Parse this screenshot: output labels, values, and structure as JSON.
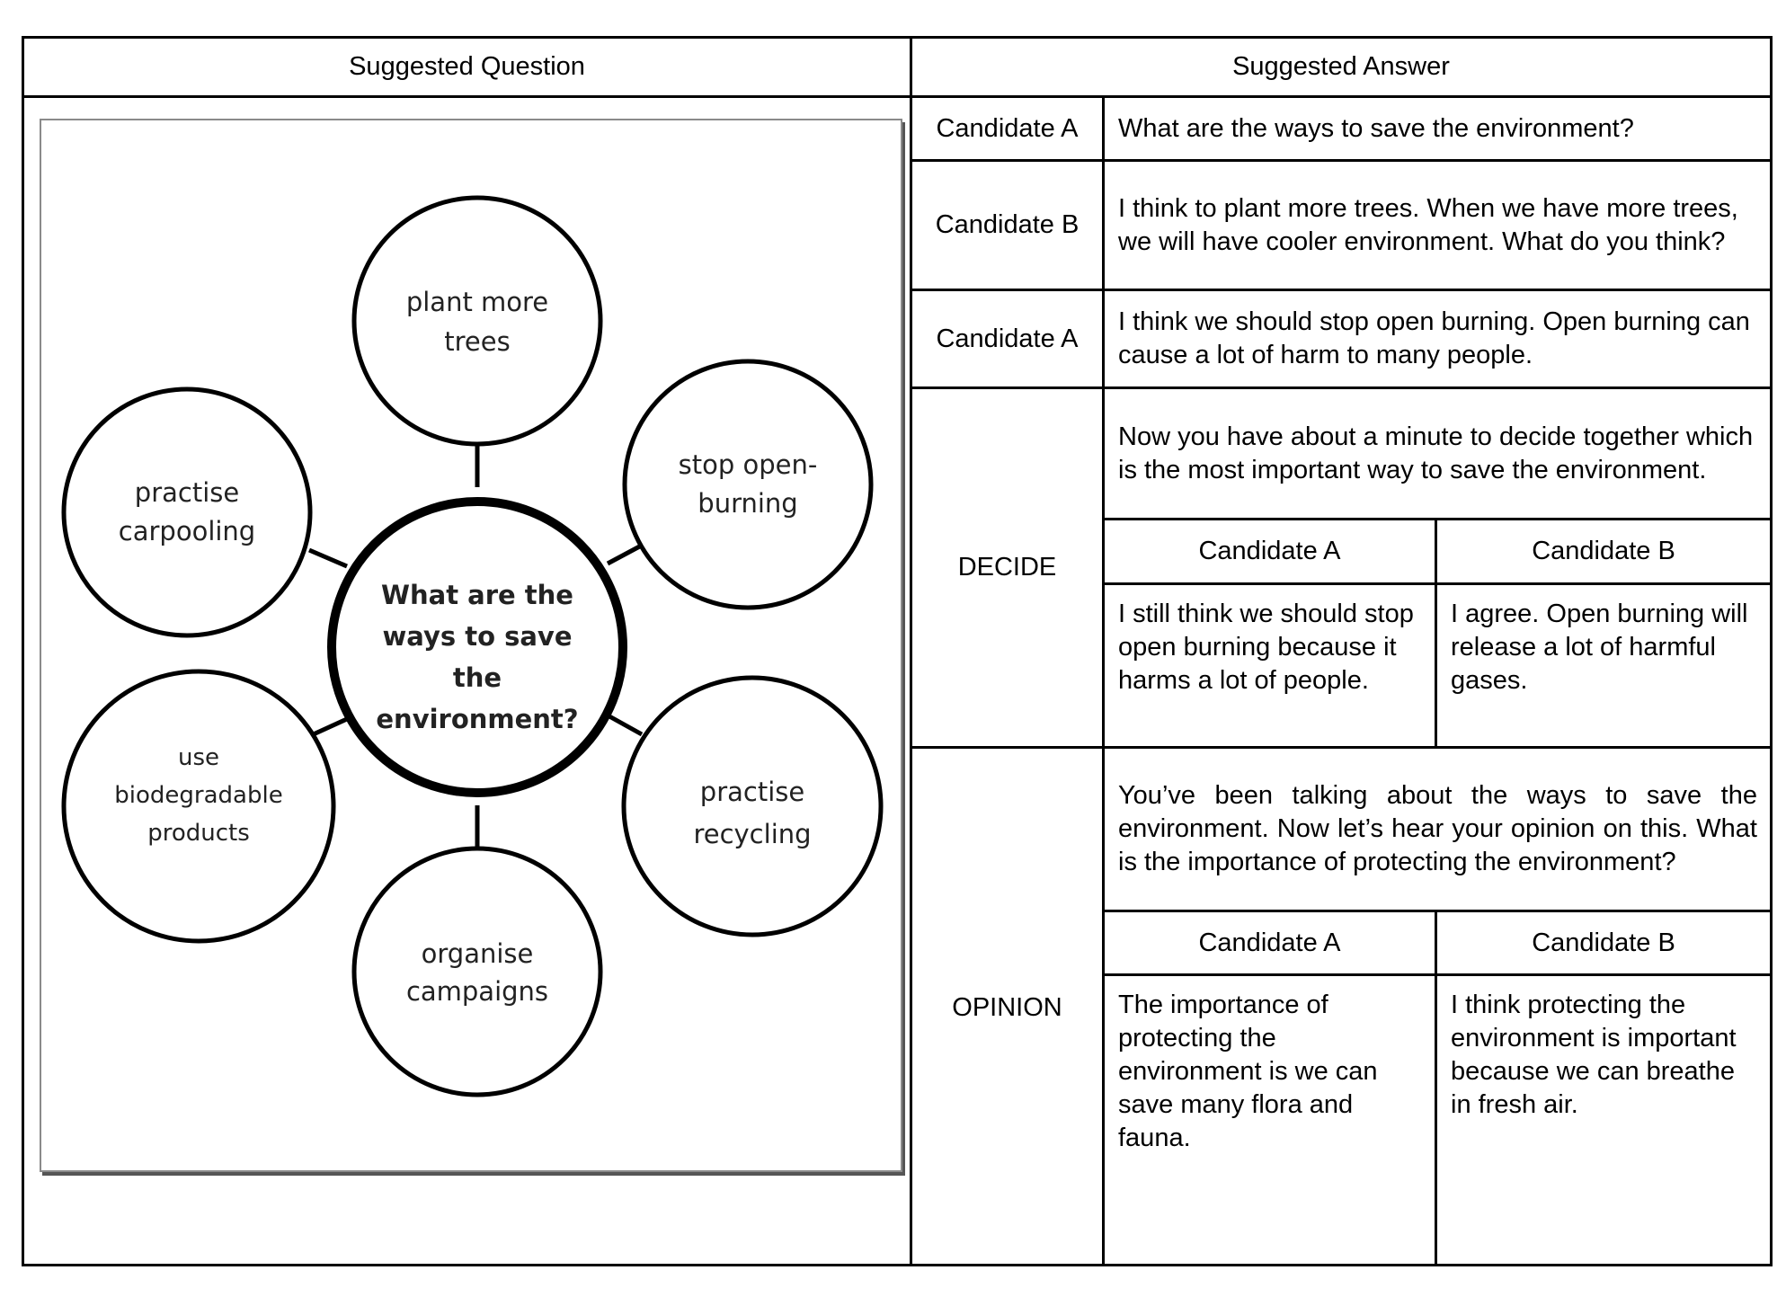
{
  "headers": {
    "question": "Suggested Question",
    "answer": "Suggested Answer"
  },
  "diagram": {
    "center_lines": [
      "What are the",
      "ways to save",
      "the",
      "environment?"
    ],
    "bubbles": {
      "top": [
        "plant more",
        "trees"
      ],
      "top_right": [
        "stop open-",
        "burning"
      ],
      "top_left": [
        "practise",
        "carpooling"
      ],
      "bottom_left": [
        "use",
        "biodegradable",
        "products"
      ],
      "bottom_right": [
        "practise",
        "recycling"
      ],
      "bottom": [
        "organise",
        "campaigns"
      ]
    }
  },
  "rows": {
    "r1": {
      "speaker": "Candidate A",
      "text": "What are the ways to save the environment?"
    },
    "r2": {
      "speaker": "Candidate B",
      "text": "I think to plant more trees. When we have more trees, we will have cooler environment. What do you think?"
    },
    "r3": {
      "speaker": "Candidate A",
      "text": "I think we should stop open burning. Open burning can cause a lot of harm to many people."
    },
    "decide": {
      "label": "DECIDE",
      "prompt": "Now you have about a minute to decide together which is the most important way to save the environment.",
      "a_label": "Candidate A",
      "b_label": "Candidate B",
      "a_text": "I still think we should stop open burning because it harms a lot of people.",
      "b_text": "I agree. Open burning will release a lot of harmful gases."
    },
    "opinion": {
      "label": "OPINION",
      "prompt": "You’ve been talking about the ways to save the environment. Now let’s hear your opinion on this. What is the importance of protecting the environment?",
      "a_label": "Candidate A",
      "b_label": "Candidate B",
      "a_text": "The importance of protecting the environment is we can save many flora and fauna.",
      "b_text": "I think protecting the environment is important because we can breathe in fresh air."
    }
  }
}
